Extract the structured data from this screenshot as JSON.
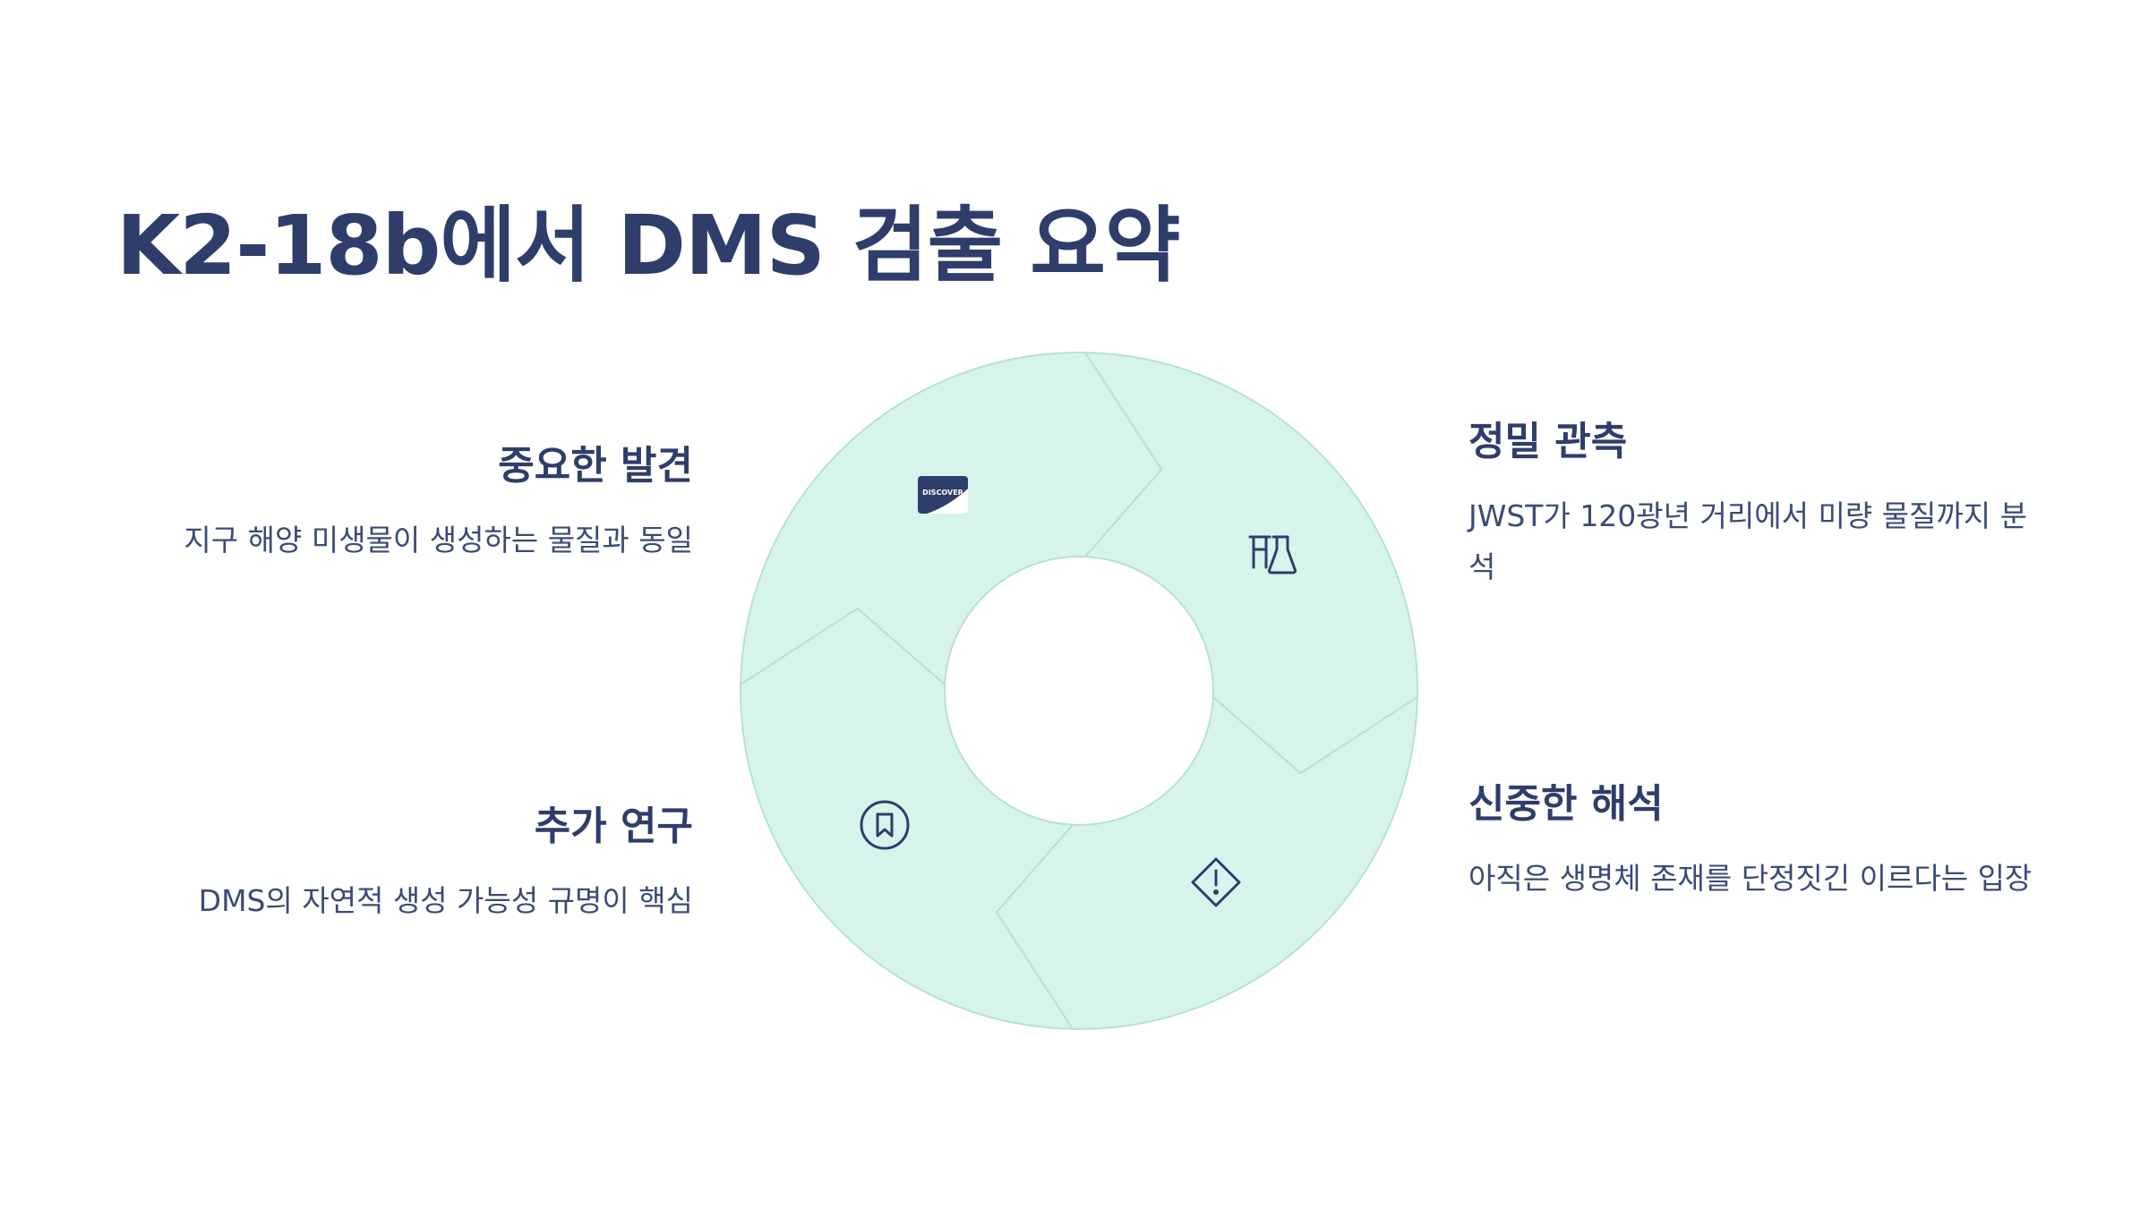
{
  "title": "K2-18b에서 DMS 검출 요약",
  "segments": [
    {
      "heading": "중요한 발견",
      "text": "지구 해양 미생물이 생성하는 물질과 동일",
      "icon": "discover-card-icon"
    },
    {
      "heading": "정밀 관측",
      "text": "JWST가 120광년 거리에서 미량 물질까지 분석",
      "icon": "flask-icon"
    },
    {
      "heading": "신중한 해석",
      "text": "아직은 생명체 존재를 단정짓긴 이르다는 입장",
      "icon": "warning-diamond-icon"
    },
    {
      "heading": "추가 연구",
      "text": "DMS의 자연적 생성 가능성 규명이 핵심",
      "icon": "bookmark-circle-icon"
    }
  ],
  "icon_label": "DISCOVER",
  "colors": {
    "segment_fill": "#d6f4ec",
    "segment_stroke": "#b6e2d4",
    "text": "#2f3d6b"
  }
}
